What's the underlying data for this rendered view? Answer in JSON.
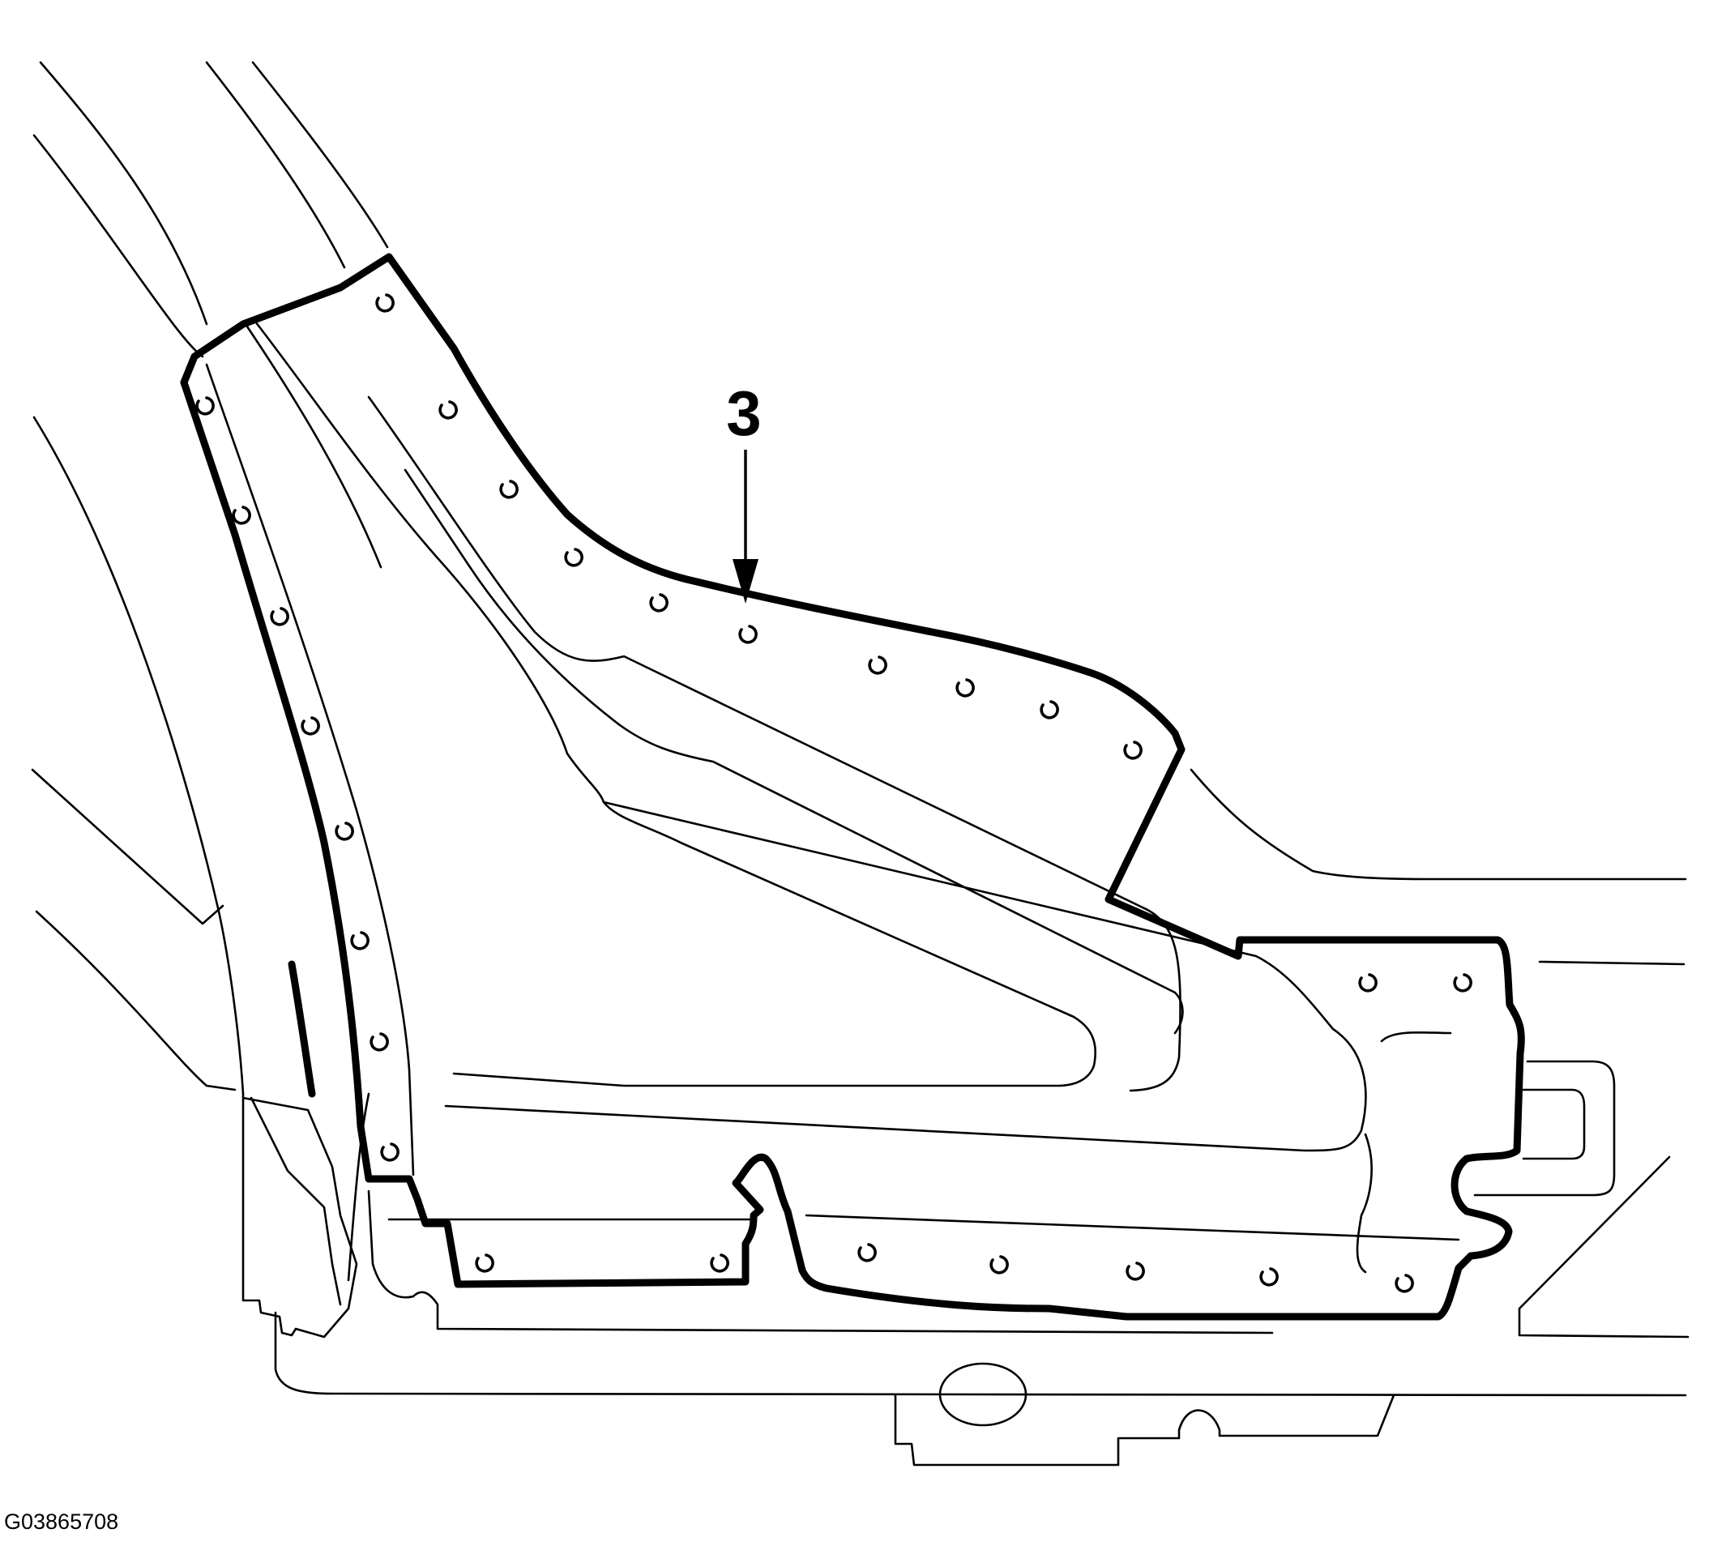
{
  "diagram": {
    "callouts": [
      {
        "id": "3",
        "label": "3"
      }
    ],
    "figure_id": "G03865708",
    "colors": {
      "line": "#000000",
      "background": "#ffffff"
    },
    "icons": {
      "weld_point": "spot-weld-icon"
    }
  }
}
